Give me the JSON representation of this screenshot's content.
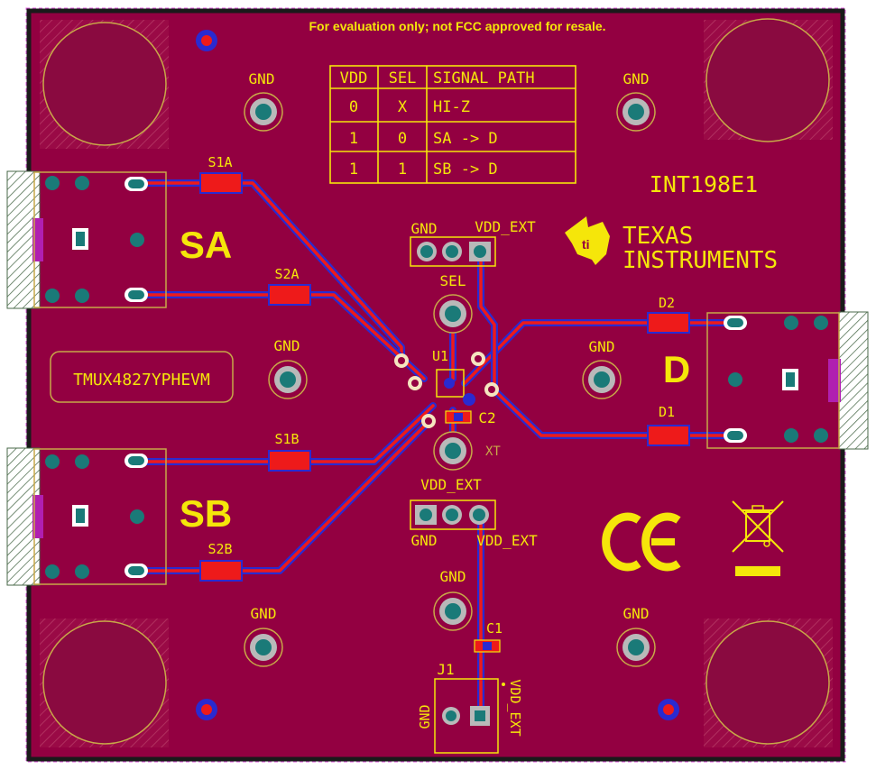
{
  "board": {
    "disclaimer": "For evaluation only; not FCC approved for resale.",
    "board_id": "INT198E1",
    "part_number": "TMUX4827YPHEVM",
    "brand_line1": "TEXAS",
    "brand_line2": "INSTRUMENTS"
  },
  "truth_table": {
    "headers": [
      "VDD",
      "SEL",
      "SIGNAL PATH"
    ],
    "rows": [
      [
        "0",
        "X",
        "HI-Z"
      ],
      [
        "1",
        "0",
        "SA -> D"
      ],
      [
        "1",
        "1",
        "SB -> D"
      ]
    ]
  },
  "labels": {
    "gnd": "GND",
    "sa": "SA",
    "sb": "SB",
    "d": "D",
    "s1a": "S1A",
    "s2a": "S2A",
    "s1b": "S1B",
    "s2b": "S2B",
    "d1": "D1",
    "d2": "D2",
    "u1": "U1",
    "c1": "C1",
    "c2": "C2",
    "j1": "J1",
    "sel": "SEL",
    "vdd_ext": "VDD_EXT",
    "ext_partial": "XT"
  },
  "colors": {
    "board": "#930041",
    "copper_red": "#ee1a1a",
    "trace_blue": "#2a2ad0",
    "silkscreen": "#f5e60a",
    "pad_teal": "#1a7a78",
    "pad_gray": "#b9b9b9",
    "connector_purple": "#b01fb0"
  }
}
